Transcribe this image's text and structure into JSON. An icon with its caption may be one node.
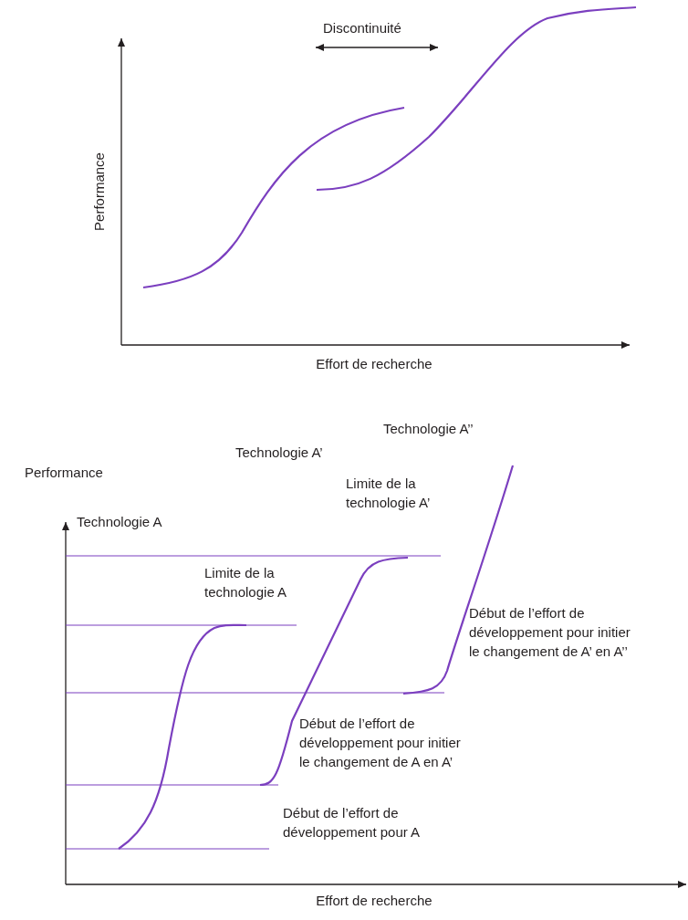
{
  "diagram": {
    "labels": [
      "Discontinuité",
      "Performance",
      "Effort de recherche",
      "Technologie A’’",
      "Technologie A’",
      "Performance",
      "Limite de la technologie A’",
      "Technologie A",
      "Limite de la technologie A",
      "Début de l’effort de développement pour initier le changement de A’ en A’’",
      "Début de l’effort de développement pour initier le changement de A en A’",
      "Début de l’effort de développement pour A",
      "Effort de recherche"
    ]
  }
}
